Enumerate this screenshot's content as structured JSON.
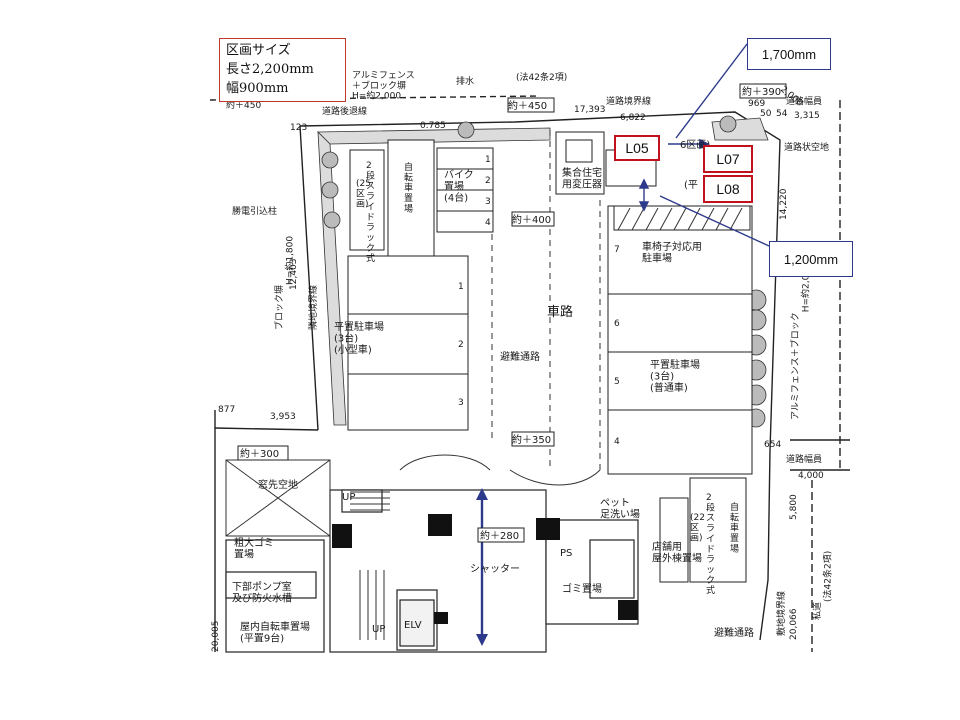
{
  "legend": {
    "title": "区画サイズ",
    "length": "長さ2,200mm",
    "width": "幅900mm"
  },
  "callouts": {
    "dim_1700": "1,700mm",
    "dim_1200": "1,200mm",
    "l05": "L05",
    "l07": "L07",
    "l08": "L08"
  },
  "plan_text": {
    "road": "車路",
    "bike_parking": "バイク\n置場\n(4台)",
    "bike_rack_left": "自\n転\n車\n置\n場",
    "rack_left": "2\n段\nス\nラ\nイ\nド\nラ\nッ\nク\n式",
    "section_left": "(25\n区\n画)",
    "flat_left": "平置駐車場\n(3台)\n(小型車)",
    "flat_right": "平置駐車場\n(3台)\n(普通車)",
    "wheelchair": "車椅子対応用\n駐車場",
    "transformer": "集合住宅\n用変圧器",
    "bike_rack_right": "自\n転\n車\n置\n場",
    "rack_right": "2\n段\nス\nラ\nイ\nド\nラ\nッ\nク\n式",
    "section_right": "(22\n区\n画)",
    "evac_road": "避難通路",
    "evac_road2": "避難通路",
    "pet": "ペット\n足洗い場",
    "shop_bikes": "店舗用\n屋外棟置場",
    "garbage": "ゴミ置場",
    "big_garbage": "粗大ゴミ\n置場",
    "window_area": "窓先空地",
    "pump": "下部ポンプ室\n及び防火水槽",
    "indoor_bike": "屋内自転車置場\n(平置9台)",
    "shutter": "シャッター",
    "elv": "ELV",
    "up1": "UP",
    "up2": "UP",
    "ps": "PS",
    "level_450": "約＋450",
    "level_400": "約＋400",
    "level_350": "約＋350",
    "level_300": "約＋300",
    "level_280": "約＋280",
    "level_390": "約＋390",
    "boundary_top": "道路後退線",
    "boundary_top2": "道路境界線",
    "fence_top": "アルミフェンス\n＋ブロック塀\nH=約2,000",
    "road_width_top": "道路幅員",
    "road_width_val": "3,315",
    "road_width_mid": "道路幅員",
    "road_width_mid_val": "4,000",
    "road_boundary_left": "隣地境界線",
    "fence_left": "ブロック塀\nH=約1,800",
    "utility_pole": "勝電引込柱",
    "fence_right": "アルミフェンス＋ブロック\nH=約2,000",
    "road_boundary_right": "道路状空地",
    "private_road": "私道\n(法42条2項)",
    "land_boundary_right": "敷地境界線",
    "dim_12403": "12,403",
    "dim_14220": "14,220",
    "dim_3953": "3,953",
    "dim_6822": "6,822",
    "dim_17393": "17,393",
    "dim_20066": "20,066",
    "dim_5800": "5,800",
    "dim_20005": "20,005",
    "dim_2000": "2,000",
    "dim_969": "969",
    "dim_654": "654",
    "dim_877": "877",
    "dim_123": "123",
    "dim_50": "50",
    "dim_54": "54",
    "dim_0785": "0.785",
    "drain": "排水",
    "bike_side_label": "6区画)",
    "taira": "(平",
    "top_code": "(法42条2項)"
  },
  "slot_numbers": [
    "1",
    "2",
    "3",
    "4",
    "1",
    "2",
    "3",
    "7",
    "6",
    "5",
    "4"
  ]
}
